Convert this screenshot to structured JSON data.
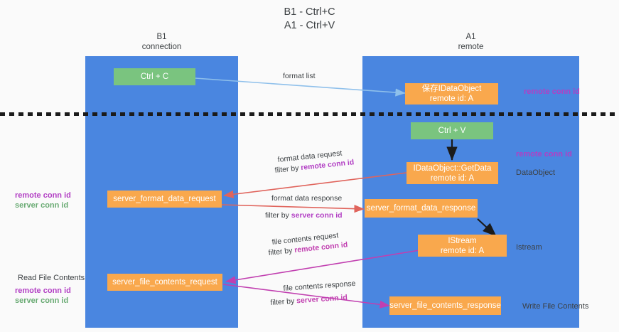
{
  "title": "B1 - Ctrl+C\nA1 - Ctrl+V",
  "columns": {
    "left": {
      "name": "B1",
      "role": "connection",
      "header": "B1\nconnection"
    },
    "right": {
      "name": "A1",
      "role": "remote",
      "header": "A1\nremote"
    }
  },
  "nodes": {
    "ctrl_c": {
      "label": "Ctrl + C",
      "color": "#7ac47f"
    },
    "ctrl_v": {
      "label": "Ctrl + V",
      "color": "#7ac47f"
    },
    "save_dataobject": {
      "label": "保存IDataObject\nremote id: A",
      "color": "#f9a84d"
    },
    "getdata": {
      "label": "IDataObject::GetData\nremote id: A",
      "color": "#f9a84d"
    },
    "server_format_data_request": {
      "label": "server_format_data_request",
      "color": "#f9a84d"
    },
    "server_format_data_response": {
      "label": "server_format_data_response",
      "color": "#f9a84d"
    },
    "istream": {
      "label": "IStream\nremote id: A",
      "color": "#f9a84d"
    },
    "server_file_contents_request": {
      "label": "server_file_contents_request",
      "color": "#f9a84d"
    },
    "server_file_contents_response": {
      "label": "server_file_contents_response",
      "color": "#f9a84d"
    }
  },
  "edge_labels": {
    "format_list": "format list",
    "format_data_request": "format data request",
    "format_data_request_filter_prefix": "filter by ",
    "format_data_request_filter_key": "remote conn id",
    "format_data_response": "format data response",
    "format_data_response_filter_prefix": "filter by ",
    "format_data_response_filter_key": "server conn id",
    "file_contents_request": "file contents request",
    "file_contents_request_filter_prefix": "filter by ",
    "file_contents_request_filter_key": "remote conn id",
    "file_contents_response": "file contents response",
    "file_contents_response_filter_prefix": "filter by ",
    "file_contents_response_filter_key": "server conn id"
  },
  "annotations": {
    "right_top_remote_conn_id": "remote conn id",
    "right_mid_remote_conn_id": "remote conn id",
    "right_dataobject": "DataObject",
    "right_istream": "Istream",
    "right_write_file_contents": "Write File Contents",
    "left_remote_conn_id": "remote conn id",
    "left_server_conn_id": "server conn id",
    "left_read_file_contents": "Read File Contents",
    "left_bottom_remote_conn_id": "remote conn id",
    "left_bottom_server_conn_id": "server conn id"
  },
  "colors": {
    "band": "#4a86e0",
    "green_node": "#7ac47f",
    "orange_node": "#f9a84d",
    "arrow_light_blue": "#8fc0eb",
    "arrow_red": "#e0645c",
    "arrow_magenta": "#c13fb0",
    "arrow_black": "#1b1b1b",
    "purple_text": "#b23fc4",
    "green_text": "#6aab74",
    "background": "#fafafa"
  }
}
